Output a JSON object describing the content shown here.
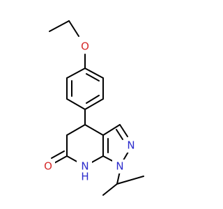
{
  "molecule": {
    "atom_labels": {
      "ether_oxygen": "O",
      "carbonyl_oxygen": "O",
      "pyrazole_n_upper": "N",
      "pyrazole_n_lower": "N",
      "lactam_nh": "N",
      "lactam_h": "H"
    },
    "colors": {
      "carbon_bond": "#000000",
      "oxygen": "#d62a2a",
      "nitrogen": "#2b2bcc"
    }
  }
}
